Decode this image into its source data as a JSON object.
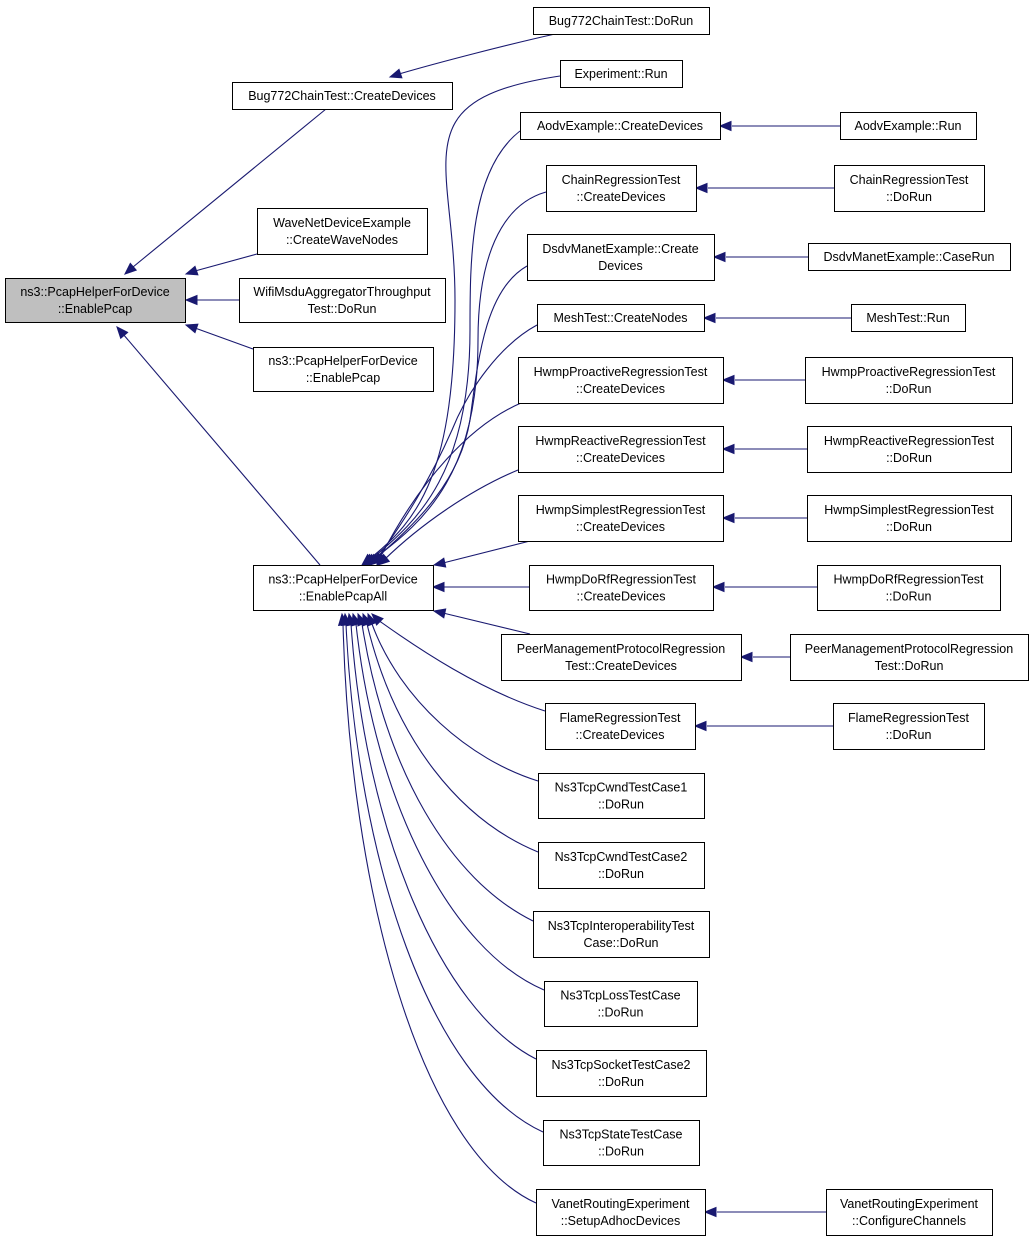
{
  "diagram": {
    "nodes": [
      {
        "id": "root",
        "lines": [
          "ns3::PcapHelperForDevice",
          "::EnablePcap"
        ],
        "selected": true
      },
      {
        "id": "bug_create",
        "lines": [
          "Bug772ChainTest::CreateDevices"
        ]
      },
      {
        "id": "bug_dorun",
        "lines": [
          "Bug772ChainTest::DoRun"
        ]
      },
      {
        "id": "wave",
        "lines": [
          "WaveNetDeviceExample",
          "::CreateWaveNodes"
        ]
      },
      {
        "id": "wifimsdu",
        "lines": [
          "WifiMsduAggregatorThroughput",
          "Test::DoRun"
        ]
      },
      {
        "id": "enablepcap2",
        "lines": [
          "ns3::PcapHelperForDevice",
          "::EnablePcap"
        ]
      },
      {
        "id": "enableall",
        "lines": [
          "ns3::PcapHelperForDevice",
          "::EnablePcapAll"
        ]
      },
      {
        "id": "experiment",
        "lines": [
          "Experiment::Run"
        ]
      },
      {
        "id": "aodv_create",
        "lines": [
          "AodvExample::CreateDevices"
        ]
      },
      {
        "id": "aodv_run",
        "lines": [
          "AodvExample::Run"
        ]
      },
      {
        "id": "chain_create",
        "lines": [
          "ChainRegressionTest",
          "::CreateDevices"
        ]
      },
      {
        "id": "chain_run",
        "lines": [
          "ChainRegressionTest",
          "::DoRun"
        ]
      },
      {
        "id": "dsdv_create",
        "lines": [
          "DsdvManetExample::Create",
          "Devices"
        ]
      },
      {
        "id": "dsdv_run",
        "lines": [
          "DsdvManetExample::CaseRun"
        ]
      },
      {
        "id": "mesh_create",
        "lines": [
          "MeshTest::CreateNodes"
        ]
      },
      {
        "id": "mesh_run",
        "lines": [
          "MeshTest::Run"
        ]
      },
      {
        "id": "hpro_create",
        "lines": [
          "HwmpProactiveRegressionTest",
          "::CreateDevices"
        ]
      },
      {
        "id": "hpro_run",
        "lines": [
          "HwmpProactiveRegressionTest",
          "::DoRun"
        ]
      },
      {
        "id": "hrea_create",
        "lines": [
          "HwmpReactiveRegressionTest",
          "::CreateDevices"
        ]
      },
      {
        "id": "hrea_run",
        "lines": [
          "HwmpReactiveRegressionTest",
          "::DoRun"
        ]
      },
      {
        "id": "hsim_create",
        "lines": [
          "HwmpSimplestRegressionTest",
          "::CreateDevices"
        ]
      },
      {
        "id": "hsim_run",
        "lines": [
          "HwmpSimplestRegressionTest",
          "::DoRun"
        ]
      },
      {
        "id": "hdorf_create",
        "lines": [
          "HwmpDoRfRegressionTest",
          "::CreateDevices"
        ]
      },
      {
        "id": "hdorf_run",
        "lines": [
          "HwmpDoRfRegressionTest",
          "::DoRun"
        ]
      },
      {
        "id": "peer_create",
        "lines": [
          "PeerManagementProtocolRegression",
          "Test::CreateDevices"
        ]
      },
      {
        "id": "peer_run",
        "lines": [
          "PeerManagementProtocolRegression",
          "Test::DoRun"
        ]
      },
      {
        "id": "flame_create",
        "lines": [
          "FlameRegressionTest",
          "::CreateDevices"
        ]
      },
      {
        "id": "flame_run",
        "lines": [
          "FlameRegressionTest",
          "::DoRun"
        ]
      },
      {
        "id": "cwnd1",
        "lines": [
          "Ns3TcpCwndTestCase1",
          "::DoRun"
        ]
      },
      {
        "id": "cwnd2",
        "lines": [
          "Ns3TcpCwndTestCase2",
          "::DoRun"
        ]
      },
      {
        "id": "interop",
        "lines": [
          "Ns3TcpInteroperabilityTest",
          "Case::DoRun"
        ]
      },
      {
        "id": "loss",
        "lines": [
          "Ns3TcpLossTestCase",
          "::DoRun"
        ]
      },
      {
        "id": "socket2",
        "lines": [
          "Ns3TcpSocketTestCase2",
          "::DoRun"
        ]
      },
      {
        "id": "state",
        "lines": [
          "Ns3TcpStateTestCase",
          "::DoRun"
        ]
      },
      {
        "id": "vanet_setup",
        "lines": [
          "VanetRoutingExperiment",
          "::SetupAdhocDevices"
        ]
      },
      {
        "id": "vanet_conf",
        "lines": [
          "VanetRoutingExperiment",
          "::ConfigureChannels"
        ]
      }
    ],
    "edges": [
      {
        "from": "bug_create",
        "to": "root"
      },
      {
        "from": "wave",
        "to": "root"
      },
      {
        "from": "wifimsdu",
        "to": "root"
      },
      {
        "from": "enablepcap2",
        "to": "root"
      },
      {
        "from": "enableall",
        "to": "root"
      },
      {
        "from": "bug_dorun",
        "to": "bug_create"
      },
      {
        "from": "experiment",
        "to": "enableall"
      },
      {
        "from": "aodv_create",
        "to": "enableall"
      },
      {
        "from": "chain_create",
        "to": "enableall"
      },
      {
        "from": "dsdv_create",
        "to": "enableall"
      },
      {
        "from": "mesh_create",
        "to": "enableall"
      },
      {
        "from": "hpro_create",
        "to": "enableall"
      },
      {
        "from": "hrea_create",
        "to": "enableall"
      },
      {
        "from": "hsim_create",
        "to": "enableall"
      },
      {
        "from": "hdorf_create",
        "to": "enableall"
      },
      {
        "from": "peer_create",
        "to": "enableall"
      },
      {
        "from": "flame_create",
        "to": "enableall"
      },
      {
        "from": "cwnd1",
        "to": "enableall"
      },
      {
        "from": "cwnd2",
        "to": "enableall"
      },
      {
        "from": "interop",
        "to": "enableall"
      },
      {
        "from": "loss",
        "to": "enableall"
      },
      {
        "from": "socket2",
        "to": "enableall"
      },
      {
        "from": "state",
        "to": "enableall"
      },
      {
        "from": "vanet_setup",
        "to": "enableall"
      },
      {
        "from": "aodv_run",
        "to": "aodv_create"
      },
      {
        "from": "chain_run",
        "to": "chain_create"
      },
      {
        "from": "dsdv_run",
        "to": "dsdv_create"
      },
      {
        "from": "mesh_run",
        "to": "mesh_create"
      },
      {
        "from": "hpro_run",
        "to": "hpro_create"
      },
      {
        "from": "hrea_run",
        "to": "hrea_create"
      },
      {
        "from": "hsim_run",
        "to": "hsim_create"
      },
      {
        "from": "hdorf_run",
        "to": "hdorf_create"
      },
      {
        "from": "peer_run",
        "to": "peer_create"
      },
      {
        "from": "flame_run",
        "to": "flame_create"
      },
      {
        "from": "vanet_conf",
        "to": "vanet_setup"
      }
    ],
    "colors": {
      "edge": "#191970",
      "root_fill": "#bfbfbf",
      "node_fill": "#ffffff",
      "border": "#000000"
    }
  }
}
